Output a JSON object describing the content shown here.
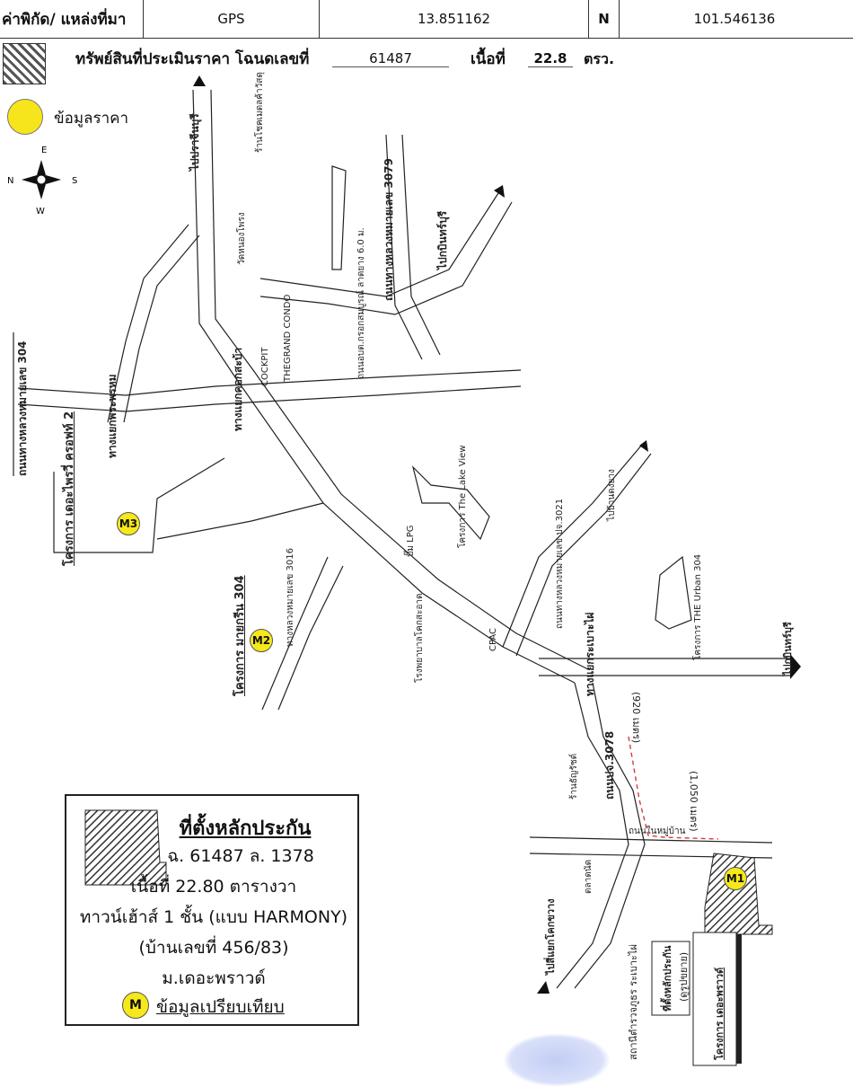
{
  "header": {
    "coord_label": "ค่าพิกัด/ แหล่งที่มา",
    "source": "GPS",
    "latitude": "13.851162",
    "lat_dir": "N",
    "longitude": "101.546136"
  },
  "subheader": {
    "asset_label": "ทรัพย์สินที่ประเมินราคา โฉนดเลขที่",
    "deed_no": "61487",
    "area_label": "เนื้อที่",
    "area_value": "22.8",
    "area_unit": "ตรว."
  },
  "price_legend": "ข้อมูลราคา",
  "compass": {
    "n": "N",
    "e": "E",
    "s": "S",
    "w": "W"
  },
  "map_labels": {
    "road_to_prachinburi": "ไปปราจีนบุรี",
    "shop_metal": "ร้านโชคเมตลค้าวัสดุ",
    "wat_shell": "วัดหนองโพรง",
    "road_3079": "ถนนทางหลวงหมายเลข 3079",
    "road_kabin": "ไปกบินทร์บุรี",
    "proj_lake": "โครงการ The Lake View",
    "road_6m": "ถนนอบต.กรอกสมบูรณ์ ลาดยาง 6.0 ม.",
    "grand_condo": "THEGRAND CONDO",
    "cockpit": "COCKPIT",
    "sai_noi_junction": "ทางแยกคอกสะบ้า",
    "phra_phrom": "ทางแยกพระพรหม",
    "road_304_left": "ถนนทางหลวงหมายเลข 304",
    "project_m3": "โครงการ เดอะไพรวี่ ครอฟท์ 2",
    "project_m2": "โครงการ มายกรีน 304",
    "road_3016": "ทางหลวงหมายเลข 3016",
    "hosp_label": "โรงพยาบาลโคกสะอาด",
    "road_3021": "ถนนทางหลวงหมายเลข ปจ.3021",
    "to_ban_chong": "ไปบ้านดงยาง",
    "road_3078": "ถนนปจ.3078",
    "proj_urban": "โครงการ THE Urban 304",
    "rabao_junction": "ทางแยกระเบาะไผ่",
    "rai_road": "ถนนในหมู่บ้าน",
    "d920": "(920 เมตร)",
    "d1050": "(1,050 เมตร)",
    "shop_711": "ร้านธัญรัชต์",
    "market": "ตลาดนัด",
    "to_kabin": "ไปสี่แยกโคกขวาง",
    "police": "สถานีตำรวจภูธร ระเบาะไผ่",
    "subject_loc": "ที่ตั้งหลักประกัน",
    "subject_sub": "(ดูรูปขยาย)",
    "proj_prawd": "โครงการ เดอะพราวด์",
    "lpg": "ปั๊ม LPG",
    "cpac": "CPAC",
    "to_kabinburi_right": "ไปกบินทร์บุรี"
  },
  "markers": {
    "m1": "M1",
    "m2": "M2",
    "m3": "M3",
    "m": "M"
  },
  "legend": {
    "title": "ที่ตั้งหลักประกัน",
    "line1": "ฉ. 61487 ล. 1378",
    "line2": "เนื้อที่ 22.80 ตารางวา",
    "line3": "ทาวน์เฮ้าส์ 1 ชั้น (แบบ HARMONY)",
    "line4": "(บ้านเลขที่ 456/83)",
    "line5": "ม.เดอะพราวด์",
    "compare": "ข้อมูลเปรียบเทียบ"
  }
}
